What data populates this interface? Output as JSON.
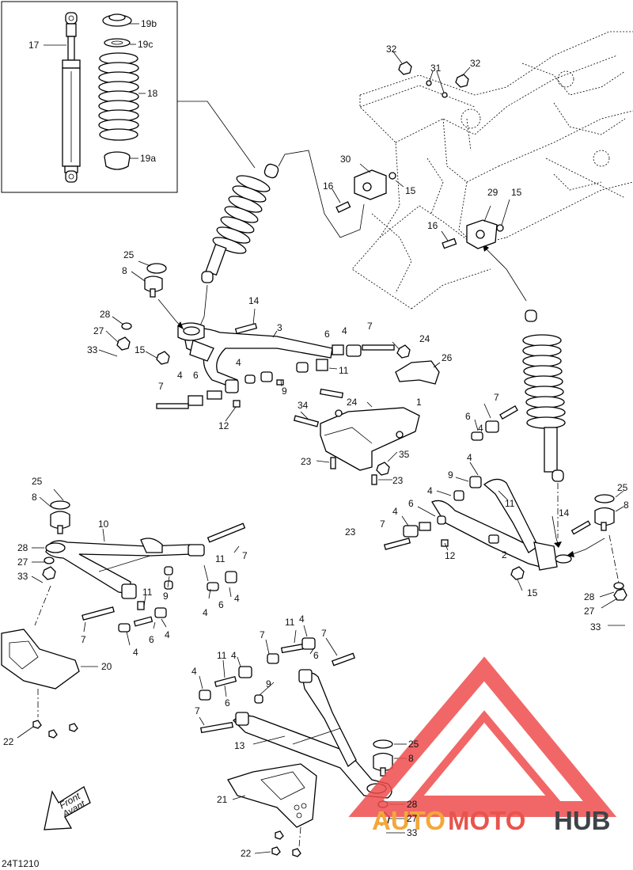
{
  "diagram_code": "24T1210",
  "direction_label": {
    "line1": "Front",
    "line2": "Avant"
  },
  "watermark": {
    "part1": "AUTO",
    "part2": "MOTO",
    "part3": "HUB",
    "color_orange": "#f2a83a",
    "color_red": "#e8544c",
    "color_gray": "#3f4348",
    "logo_color": "#ef4d4d"
  },
  "callouts": [
    {
      "id": "c1",
      "num": "1"
    },
    {
      "id": "c2",
      "num": "2"
    },
    {
      "id": "c3",
      "num": "3"
    },
    {
      "id": "c4",
      "num": "4"
    },
    {
      "id": "c6",
      "num": "6"
    },
    {
      "id": "c7",
      "num": "7"
    },
    {
      "id": "c8",
      "num": "8"
    },
    {
      "id": "c9",
      "num": "9"
    },
    {
      "id": "c10",
      "num": "10"
    },
    {
      "id": "c11",
      "num": "11"
    },
    {
      "id": "c12",
      "num": "12"
    },
    {
      "id": "c13",
      "num": "13"
    },
    {
      "id": "c14",
      "num": "14"
    },
    {
      "id": "c15",
      "num": "15"
    },
    {
      "id": "c16",
      "num": "16"
    },
    {
      "id": "c17",
      "num": "17"
    },
    {
      "id": "c18",
      "num": "18"
    },
    {
      "id": "c19a",
      "num": "19a"
    },
    {
      "id": "c19b",
      "num": "19b"
    },
    {
      "id": "c19c",
      "num": "19c"
    },
    {
      "id": "c20",
      "num": "20"
    },
    {
      "id": "c21",
      "num": "21"
    },
    {
      "id": "c22",
      "num": "22"
    },
    {
      "id": "c23",
      "num": "23"
    },
    {
      "id": "c24",
      "num": "24"
    },
    {
      "id": "c25",
      "num": "25"
    },
    {
      "id": "c26",
      "num": "26"
    },
    {
      "id": "c27",
      "num": "27"
    },
    {
      "id": "c28",
      "num": "28"
    },
    {
      "id": "c29",
      "num": "29"
    },
    {
      "id": "c30",
      "num": "30"
    },
    {
      "id": "c31",
      "num": "31"
    },
    {
      "id": "c32",
      "num": "32"
    },
    {
      "id": "c33",
      "num": "33"
    },
    {
      "id": "c34",
      "num": "34"
    },
    {
      "id": "c35",
      "num": "35"
    }
  ]
}
